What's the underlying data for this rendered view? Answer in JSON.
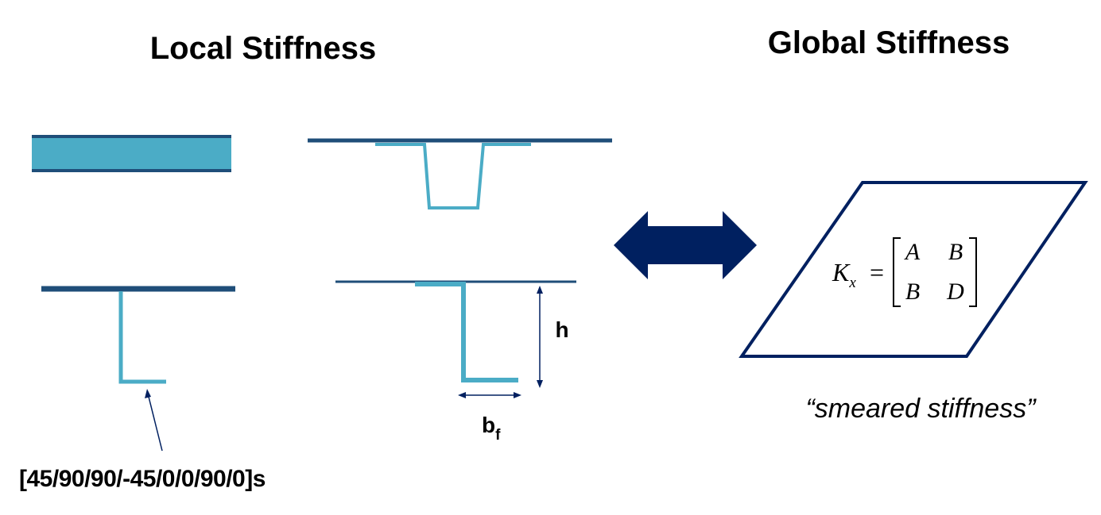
{
  "titles": {
    "local": "Local Stiffness",
    "global": "Global Stiffness"
  },
  "labels": {
    "height": "h",
    "flange_width_base": "b",
    "flange_width_sub": "f",
    "layup": "[45/90/90/-45/0/0/90/0]s",
    "smeared": "“smeared stiffness”"
  },
  "equation": {
    "lhs_symbol": "K",
    "lhs_subscript": "x",
    "equals": "=",
    "matrix": [
      [
        "A",
        "B"
      ],
      [
        "B",
        "D"
      ]
    ]
  },
  "colors": {
    "skin_dark": "#1f4e79",
    "stiffener_light": "#4bacc6",
    "arrow_navy": "#002060",
    "text": "#000000"
  }
}
